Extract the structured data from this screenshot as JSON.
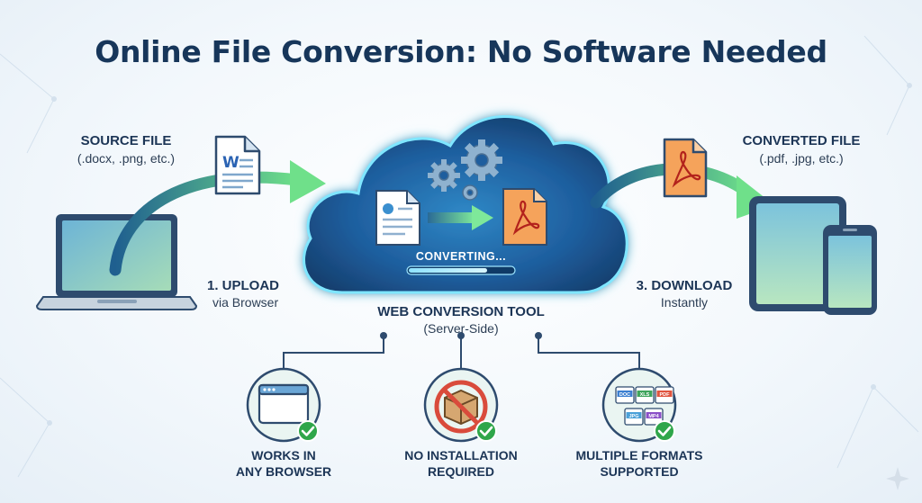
{
  "title": "Online File Conversion: No Software Needed",
  "source": {
    "heading": "SOURCE FILE",
    "formats": "(.docx, .png, etc.)"
  },
  "target": {
    "heading": "CONVERTED FILE",
    "formats": "(.pdf, .jpg, etc.)"
  },
  "steps": {
    "upload": {
      "label": "1. UPLOAD",
      "detail": "via Browser"
    },
    "download": {
      "label": "3. DOWNLOAD",
      "detail": "Instantly"
    }
  },
  "cloud": {
    "status": "CONVERTING...",
    "progress": 0.75,
    "name": "WEB CONVERSION TOOL",
    "detail": "(Server-Side)"
  },
  "features": [
    {
      "line1": "WORKS IN",
      "line2": "ANY BROWSER",
      "icon": "browser-window-icon"
    },
    {
      "line1": "NO INSTALLATION",
      "line2": "REQUIRED",
      "icon": "no-box-install-icon"
    },
    {
      "line1": "MULTIPLE FORMATS",
      "line2": "SUPPORTED",
      "icon": "file-formats-icon"
    }
  ],
  "format_badges": [
    "DOC",
    "XLS",
    "PDF",
    "JPG",
    "MP4"
  ],
  "colors": {
    "title": "#17365a",
    "accent_green": "#3fbf6a",
    "cloud_blue": "#1e5e9e",
    "pdf_orange": "#f08a3c",
    "check_green": "#2fa64a"
  }
}
